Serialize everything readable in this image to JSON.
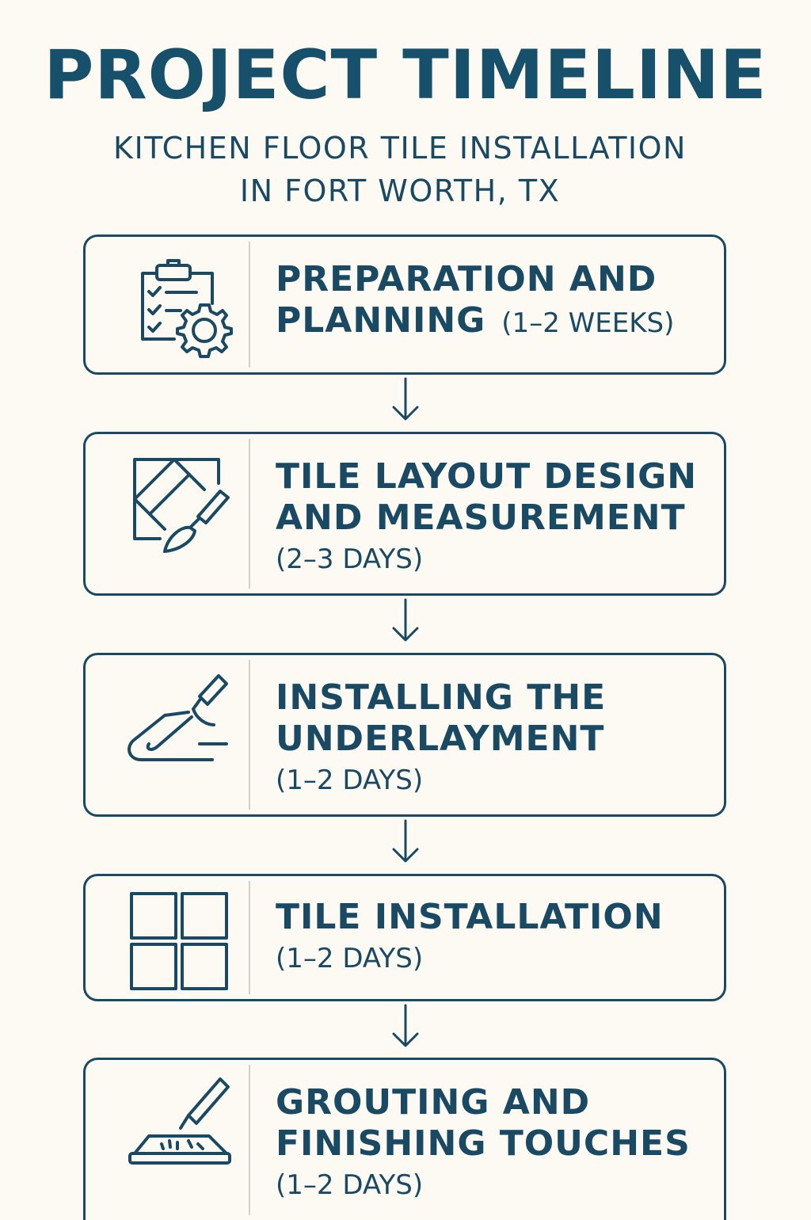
{
  "header": {
    "title": "PROJECT TIMELINE",
    "subtitle_line1": "KITCHEN FLOOR TILE INSTALLATION",
    "subtitle_line2": "IN FORT WORTH, TX"
  },
  "steps": [
    {
      "title_line1": "PREPARATION AND",
      "title_line2": "PLANNING",
      "duration": "(1–2 WEEKS)",
      "icon": "clipboard-gear-icon"
    },
    {
      "title_line1": "TILE LAYOUT DESIGN",
      "title_line2": "AND MEASUREMENT",
      "duration": "(2–3 DAYS)",
      "icon": "tile-trowel-icon"
    },
    {
      "title_line1": "INSTALLING THE",
      "title_line2": "UNDERLAYMENT",
      "duration": "(1–2 DAYS)",
      "icon": "trowel-spread-icon"
    },
    {
      "title_line1": "TILE INSTALLATION",
      "duration": "(1–2 DAYS)",
      "icon": "four-tiles-icon"
    },
    {
      "title_line1": "GROUTING AND",
      "title_line2": "FINISHING TOUCHES",
      "duration": "(1–2 DAYS)",
      "icon": "grout-float-icon"
    }
  ],
  "colors": {
    "ink": "#1a4a63",
    "title": "#16506b",
    "background": "#fcfaf2"
  }
}
